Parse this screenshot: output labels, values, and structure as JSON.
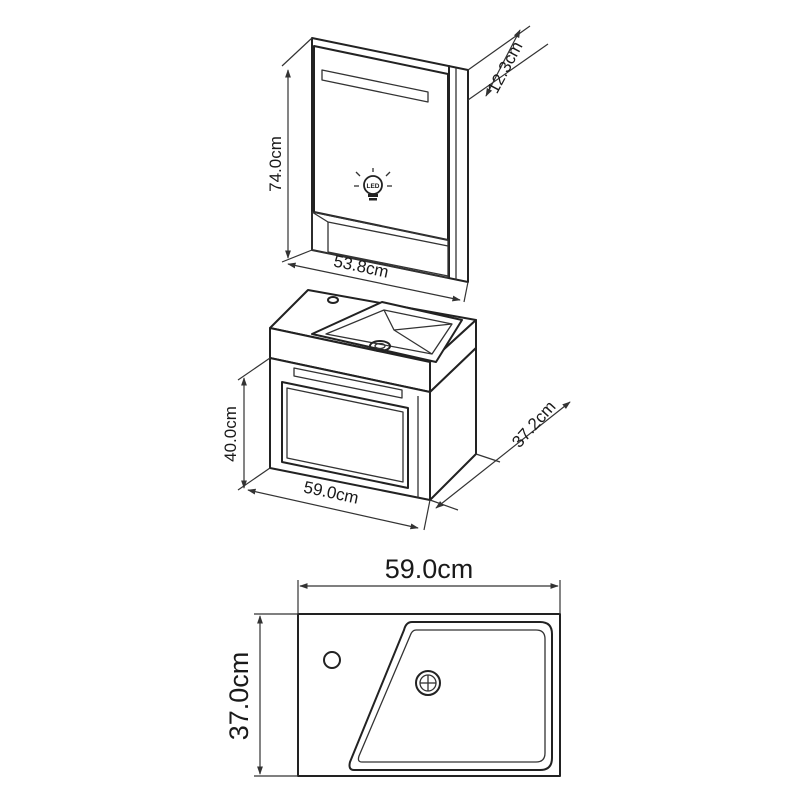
{
  "cabinet_mirror": {
    "depth": "12.3cm",
    "height": "74.0cm",
    "width": "53.8cm",
    "led_badge": "LED",
    "icon": "led-bulb-icon"
  },
  "vanity": {
    "height": "40.0cm",
    "width": "59.0cm",
    "depth": "37.2cm"
  },
  "basin_top_view": {
    "width": "59.0cm",
    "depth": "37.0cm"
  },
  "colors": {
    "line": "#222222",
    "background": "#ffffff"
  }
}
